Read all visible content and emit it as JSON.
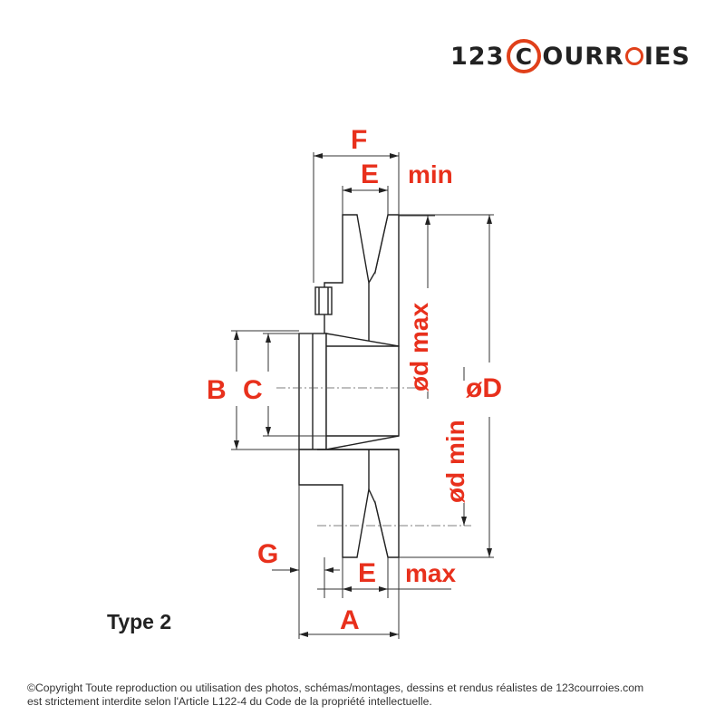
{
  "logo": {
    "prefix": "123",
    "ring_letter": "C",
    "middle": "OURR",
    "suffix": "IES"
  },
  "labels": {
    "F": "F",
    "E_top": "E",
    "min_top": "min",
    "d_max": "ød max",
    "d_min": "ød min",
    "D": "øD",
    "B": "B",
    "C": "C",
    "G": "G",
    "E_bottom": "E",
    "max_bottom": "max",
    "A": "A"
  },
  "type_label": "Type 2",
  "copyright": {
    "line1": "©Copyright Toute reproduction ou utilisation des photos, schémas/montages, dessins et rendus réalistes de 123courroies.com",
    "line2": "est strictement interdite selon l'Article L122-4 du Code de la propriété intellectuelle."
  },
  "colors": {
    "label": "#e8301c",
    "logo_accent": "#e0401a",
    "line": "#222222"
  }
}
